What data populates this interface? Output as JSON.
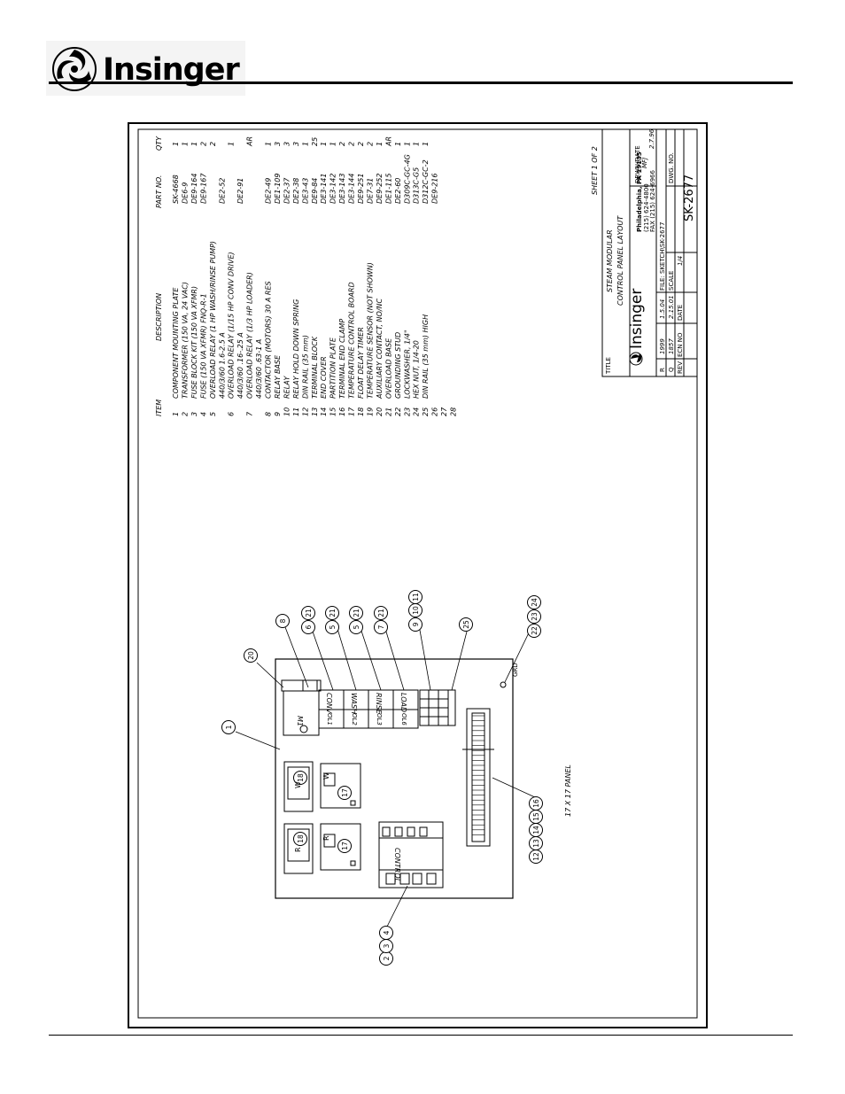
{
  "brand": {
    "name": "Insinger"
  },
  "bom": {
    "headers": {
      "item": "ITEM",
      "description": "DESCRIPTION",
      "part": "PART NO.",
      "qty": "QTY"
    },
    "rows": [
      {
        "item": "1",
        "desc": "COMPONENT MOUNTING PLATE",
        "part": "SK-4668",
        "qty": "1"
      },
      {
        "item": "2",
        "desc": "TRANSFORMER (150 VA, 24 VAC)",
        "part": "DE6-9",
        "qty": "1"
      },
      {
        "item": "3",
        "desc": "FUSE BLOCK KIT (150 VA XFMR)",
        "part": "DE9-164",
        "qty": "1"
      },
      {
        "item": "4",
        "desc": "FUSE (150 VA XFMR)  FNQ-R-1",
        "part": "DE9-167",
        "qty": "2"
      },
      {
        "item": "5",
        "desc": "OVERLOAD RELAY (1 HP WASH/RINSE PUMP)",
        "part": "",
        "qty": "2"
      },
      {
        "item": "",
        "desc": "440/3/60          1.6-2.5 A",
        "part": "DE2-52",
        "qty": ""
      },
      {
        "item": "6",
        "desc": "OVERLOAD RELAY (1/15 HP CONV DRIVE)",
        "part": "",
        "qty": "1"
      },
      {
        "item": "",
        "desc": "440/3/60          .16-.25 A",
        "part": "DE2-91",
        "qty": ""
      },
      {
        "item": "7",
        "desc": "OVERLOAD RELAY (1/3 HP LOADER)",
        "part": "",
        "qty": "AR"
      },
      {
        "item": "",
        "desc": "440/3/60          .63-1 A",
        "part": "",
        "qty": ""
      },
      {
        "item": "8",
        "desc": "CONTACTOR (MOTORS)     30 A RES",
        "part": "DE2-49",
        "qty": "1"
      },
      {
        "item": "9",
        "desc": "RELAY BASE",
        "part": "DE1-109",
        "qty": "3"
      },
      {
        "item": "10",
        "desc": "RELAY",
        "part": "DE2-37",
        "qty": "3"
      },
      {
        "item": "11",
        "desc": "RELAY HOLD DOWN SPRING",
        "part": "DE2-38",
        "qty": "3"
      },
      {
        "item": "12",
        "desc": "DIN RAIL (35 mm)",
        "part": "DE3-43",
        "qty": "1"
      },
      {
        "item": "13",
        "desc": "TERMINAL BLOCK",
        "part": "DE9-84",
        "qty": "25"
      },
      {
        "item": "14",
        "desc": "END COVER",
        "part": "DE3-141",
        "qty": "1"
      },
      {
        "item": "15",
        "desc": "PARTITION PLATE",
        "part": "DE3-142",
        "qty": "1"
      },
      {
        "item": "16",
        "desc": "TERMINAL END CLAMP",
        "part": "DE3-143",
        "qty": "2"
      },
      {
        "item": "17",
        "desc": "TEMPERATURE CONTROL BOARD",
        "part": "DE3-144",
        "qty": "2"
      },
      {
        "item": "18",
        "desc": "FLOAT DELAY TIMER",
        "part": "DE9-251",
        "qty": "2"
      },
      {
        "item": "19",
        "desc": "TEMPERATURE SENSOR (NOT SHOWN)",
        "part": "DE7-31",
        "qty": "2"
      },
      {
        "item": "20",
        "desc": "AUXILIARY CONTACT, NO/NC",
        "part": "DE9-252",
        "qty": "1"
      },
      {
        "item": "21",
        "desc": "OVERLOAD BASE",
        "part": "DE1-115",
        "qty": "AR"
      },
      {
        "item": "22",
        "desc": "GROUNDING STUD",
        "part": "DE2-60",
        "qty": "1"
      },
      {
        "item": "23",
        "desc": "LOCKWASHER, 1/4\"",
        "part": "D309C-GC-4G",
        "qty": "1"
      },
      {
        "item": "24",
        "desc": "HEX NUT, 1/4-20",
        "part": "D313C-G5",
        "qty": "1"
      },
      {
        "item": "25",
        "desc": "DIN RAIL (35 mm) HIGH",
        "part": "D312C-GC-2",
        "qty": "1"
      },
      {
        "item": "26",
        "desc": "",
        "part": "DE9-216",
        "qty": ""
      },
      {
        "item": "27",
        "desc": "",
        "part": "",
        "qty": ""
      },
      {
        "item": "28",
        "desc": "",
        "part": "",
        "qty": ""
      }
    ]
  },
  "sheet": "SHEET 1 OF 2",
  "title_block": {
    "title_label": "TITLE",
    "title_line1": "STEAM MODULAR",
    "title_line2": "CONTROL PANEL LAYOUT",
    "company": "Insinger",
    "address": "Philadelphia, PA 19135",
    "phone": "(215) 624-4800",
    "fax": "FAX (215) 624-6966",
    "drawn_label": "DRWN/DATE",
    "drawn_by": "MFJ",
    "drawn_date": "2.7.96",
    "file_label": "FILE: SKETCH\\SK-2677",
    "scale_label": "SCALE",
    "scale": "1/4",
    "dwg_label": "DWG. NO.",
    "dwg_no": "SK-2677",
    "revisions": [
      {
        "rev": "R",
        "ecn": "1999",
        "date": "1.5.04"
      },
      {
        "rev": "Q",
        "ecn": "1857",
        "date": "2.15.01"
      }
    ],
    "rev_headers": {
      "rev": "REV",
      "ecn": "ECN NO",
      "date": "DATE"
    }
  },
  "panel": {
    "label": "17 X 17 PANEL",
    "contactor": "M1",
    "relay_labels": [
      "CONV",
      "WASH",
      "RINSE",
      "LOAD"
    ],
    "overload_labels": [
      "OL1",
      "OL2",
      "OL3",
      "OL6"
    ],
    "transformer": "CONTROL",
    "ground": "GRD",
    "tc_labels": [
      "R",
      "W"
    ],
    "callouts": {
      "c1": "1",
      "c20": "20",
      "c8": "8",
      "c6": "6",
      "c21a": "21",
      "c5a": "5",
      "c21b": "21",
      "c5b": "5",
      "c21c": "21",
      "c7": "7",
      "c21d": "21",
      "c9": "9",
      "c10": "10",
      "c11": "11",
      "c25": "25",
      "c22": "22",
      "c23": "23",
      "c24": "24",
      "c2": "2",
      "c3": "3",
      "c4": "4",
      "c12": "12",
      "c13": "13",
      "c14": "14",
      "c15": "15",
      "c16": "16",
      "c17a": "17",
      "c18a": "18",
      "c17b": "17",
      "c18b": "18"
    }
  }
}
